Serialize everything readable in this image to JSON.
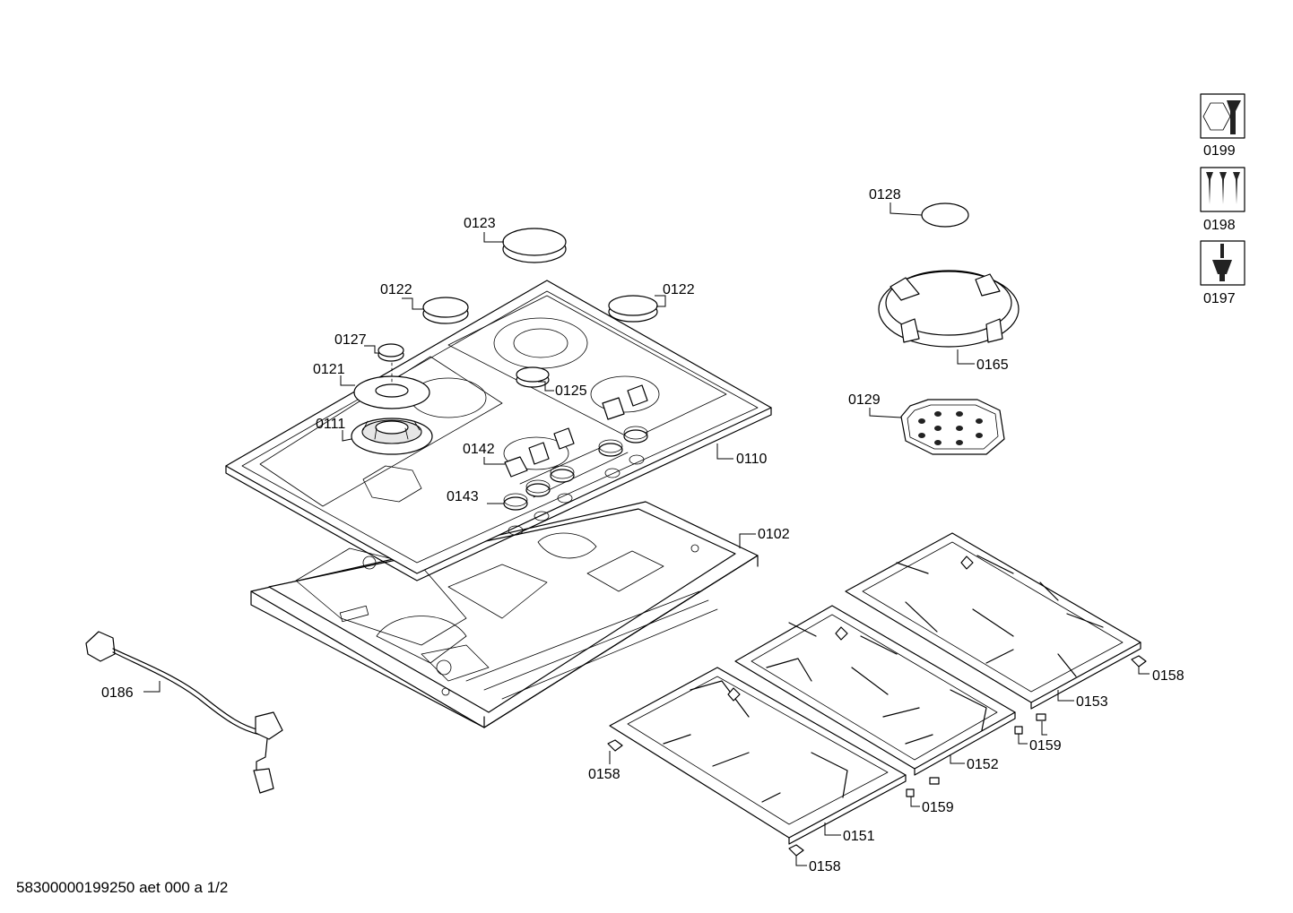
{
  "footer": {
    "text": "58300000199250 aet 000 a 1/2"
  },
  "parts": {
    "p0123": "0123",
    "p0122a": "0122",
    "p0122b": "0122",
    "p0127": "0127",
    "p0121": "0121",
    "p0111": "0111",
    "p0125": "0125",
    "p0142": "0142",
    "p0143": "0143",
    "p0110": "0110",
    "p0102": "0102",
    "p0128": "0128",
    "p0165": "0165",
    "p0129": "0129",
    "p0186": "0186",
    "p0158a": "0158",
    "p0158b": "0158",
    "p0158c": "0158",
    "p0153": "0153",
    "p0152": "0152",
    "p0151": "0151",
    "p0159a": "0159",
    "p0159b": "0159",
    "p0199": "0199",
    "p0198": "0198",
    "p0197": "0197"
  },
  "icons": {
    "p0199": "wrench-nut-icon",
    "p0198": "screws-icon",
    "p0197": "screwdriver-icon"
  }
}
